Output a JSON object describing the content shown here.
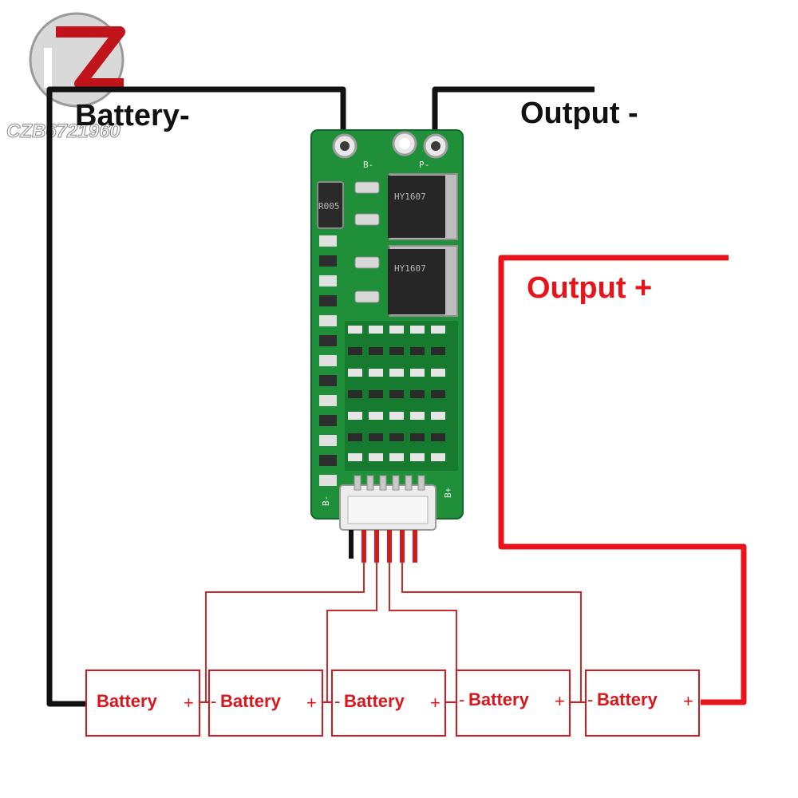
{
  "watermark": {
    "text": "CZB6721960",
    "logo": "czb-logo"
  },
  "labels": {
    "battery_minus": "Battery-",
    "output_minus": "Output -",
    "output_plus": "Output +"
  },
  "board": {
    "terminal_b_minus": "B-",
    "terminal_p_minus": "P-",
    "pad_b_plus": "B+",
    "pad_b_minus_bottom": "B-",
    "resistor_code": "R005",
    "mosfet_1_code": "HY1607",
    "mosfet_2_code": "HY1607"
  },
  "batteries": [
    {
      "minus": "",
      "label": "Battery",
      "plus": "+"
    },
    {
      "minus": "-",
      "label": "Battery",
      "plus": "+"
    },
    {
      "minus": "-",
      "label": "Battery",
      "plus": "+"
    },
    {
      "minus": "-",
      "label": "Battery",
      "plus": "+"
    },
    {
      "minus": "-",
      "label": "Battery",
      "plus": "+"
    }
  ],
  "colors": {
    "wire_black": "#111111",
    "wire_red": "#e8141b",
    "balance_wire": "#cf2a2a",
    "pcb_green": "#1f8f3a",
    "pcb_dark": "#167a2f",
    "connector": "#ececec"
  }
}
